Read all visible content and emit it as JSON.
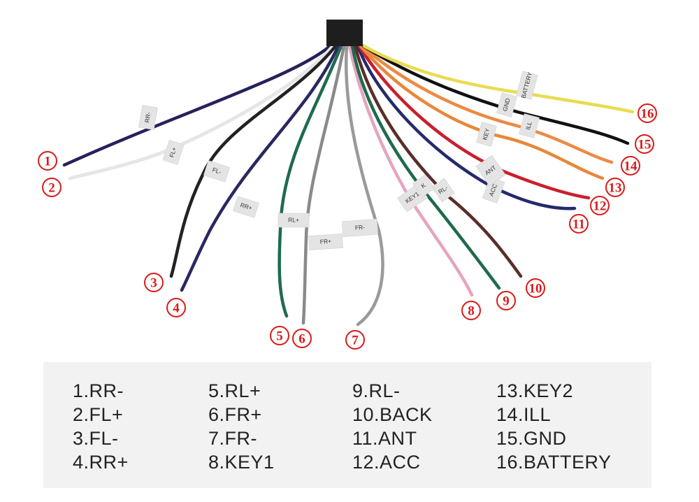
{
  "diagram": {
    "title": "Car radio wiring harness pinout",
    "connector": {
      "color": "#1e1e1e"
    },
    "wires": [
      {
        "id": 1,
        "tag": "RR-",
        "color": "#25225a",
        "label": "RR-"
      },
      {
        "id": 2,
        "tag": "FL+",
        "color": "#e6e6e6",
        "label": "FL+"
      },
      {
        "id": 3,
        "tag": "FL-",
        "color": "#dcdcdc",
        "stripe": "#222222",
        "label": "FL-"
      },
      {
        "id": 4,
        "tag": "RR+",
        "color": "#2a2860",
        "label": "RR+"
      },
      {
        "id": 5,
        "tag": "RL+",
        "color": "#1e6b4e",
        "label": "RL+"
      },
      {
        "id": 6,
        "tag": "FR+",
        "color": "#8a8a8a",
        "label": "FR+"
      },
      {
        "id": 7,
        "tag": "FR-",
        "color": "#9a9a9a",
        "label": "FR-"
      },
      {
        "id": 8,
        "tag": "KEY1",
        "color": "#e6a4bf",
        "label": "KEY1"
      },
      {
        "id": 9,
        "tag": "RL-",
        "color": "#1d6b4a",
        "label": "RL-"
      },
      {
        "id": 10,
        "tag": "K",
        "color": "#5a2e28",
        "label": "BACK"
      },
      {
        "id": 11,
        "tag": "ACC",
        "color": "#252a6a",
        "label": "ANT"
      },
      {
        "id": 12,
        "tag": "ANT",
        "color": "#c8202e",
        "label": "ACC"
      },
      {
        "id": 13,
        "tag": "KEY",
        "color": "#e8883a",
        "label": "KEY2"
      },
      {
        "id": 14,
        "tag": "ILL",
        "color": "#ec8a44",
        "label": "ILL"
      },
      {
        "id": 15,
        "tag": "GND",
        "color": "#111111",
        "label": "GND"
      },
      {
        "id": 16,
        "tag": "BATTERY",
        "color": "#e8dc52",
        "label": "BATTERY"
      }
    ],
    "number_color": "#d91a1a"
  },
  "legend": {
    "columns": [
      [
        "1.RR-",
        "2.FL+",
        "3.FL-",
        "4.RR+"
      ],
      [
        "5.RL+",
        "6.FR+",
        "7.FR-",
        "8.KEY1"
      ],
      [
        "9.RL-",
        "10.BACK",
        "11.ANT",
        "12.ACC"
      ],
      [
        "13.KEY2",
        "14.ILL",
        "15.GND",
        "16.BATTERY"
      ]
    ]
  }
}
